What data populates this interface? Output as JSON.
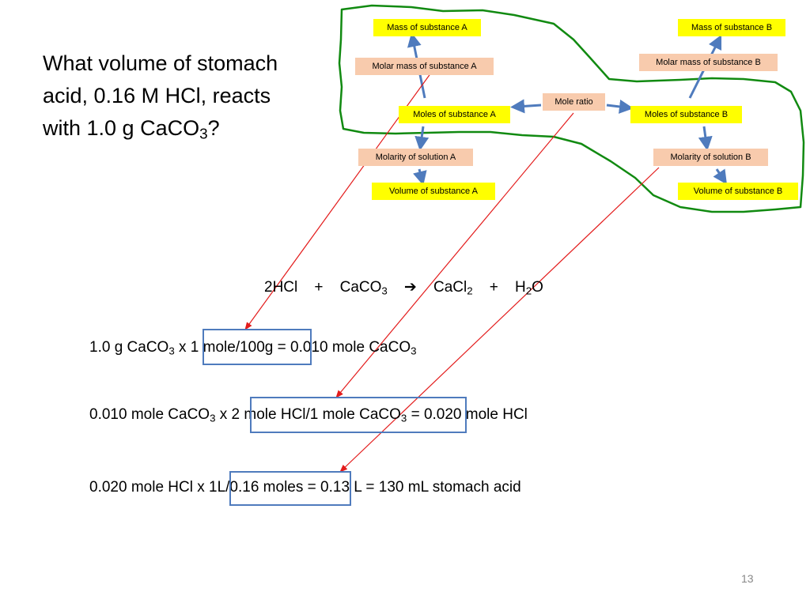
{
  "question": {
    "line1": "What volume of stomach",
    "line2": "acid, 0.16 M HCl, reacts",
    "line3_pre": "with 1.0 g CaCO",
    "line3_sub": "3",
    "line3_post": "?"
  },
  "flowchart": {
    "mass_a": "Mass of substance A",
    "molar_mass_a": "Molar mass of substance A",
    "moles_a": "Moles of substance A",
    "molarity_a": "Molarity of solution A",
    "volume_a": "Volume of substance A",
    "mole_ratio": "Mole ratio",
    "mass_b": "Mass of substance B",
    "molar_mass_b": "Molar mass of substance B",
    "moles_b": "Moles of substance B",
    "molarity_b": "Molarity of solution B",
    "volume_b": "Volume of substance B"
  },
  "equation": {
    "r1": "2HCl",
    "plus1": "+",
    "r2": "CaCO",
    "r2_sub": "3",
    "arrow": "➔",
    "p1": "CaCl",
    "p1_sub": "2",
    "plus2": "+",
    "p2a": "H",
    "p2_sub": "2",
    "p2b": "O"
  },
  "step1": {
    "a": "1.0 g CaCO",
    "a_sub": "3",
    "b": " x ",
    "factor": "1 mole/100g",
    "c": " = 0.010 mole CaCO",
    "c_sub": "3"
  },
  "step2": {
    "a": "0.010 mole CaCO",
    "a_sub": "3",
    "b": " x ",
    "factor_a": "2 mole HCl/1 mole CaCO",
    "factor_sub": "3",
    "c": " = 0.020 mole HCl"
  },
  "step3": {
    "a": "0.020 mole HCl x ",
    "factor": "1L/0.16 moles",
    "c": " = 0.13 L = 130 mL stomach acid"
  },
  "page_number": "13",
  "colors": {
    "yellow_box": "#ffff00",
    "peach_box": "#f8cbad",
    "flow_arrow": "#4f7bbd",
    "highlight_box": "#4f7bbd",
    "red_arrow": "#e31b1b",
    "outline": "#118a11"
  }
}
